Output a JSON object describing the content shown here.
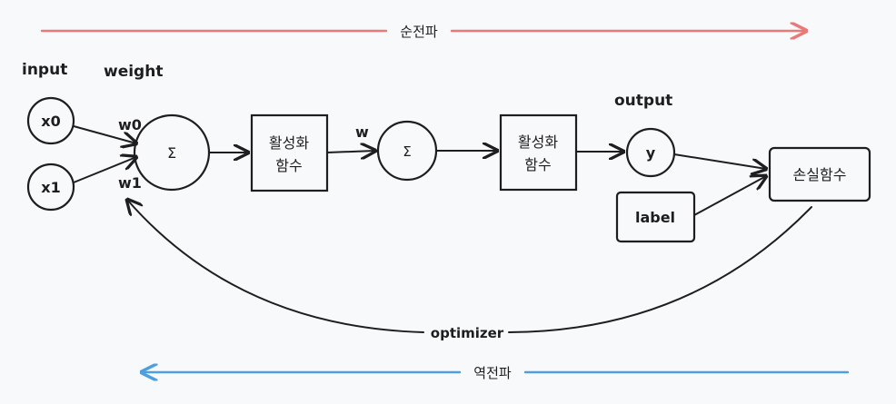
{
  "top_arrow": {
    "label": "순전파",
    "color": "#e87978"
  },
  "bottom_arrow": {
    "label": "역전파",
    "color": "#4d9fdf"
  },
  "labels": {
    "input": "input",
    "weight": "weight",
    "w0": "w0",
    "w1": "w1",
    "w": "w",
    "output": "output"
  },
  "nodes": {
    "x0": "x0",
    "x1": "x1",
    "sum1": "Σ",
    "act1_line1": "활성화",
    "act1_line2": "함수",
    "sum2": "Σ",
    "act2_line1": "활성화",
    "act2_line2": "함수",
    "y": "y",
    "label": "label",
    "loss": "손실함수"
  },
  "optimizer_arc": {
    "label": "optimizer"
  },
  "colors": {
    "ink": "#1e1e1e",
    "background": "#f8f9fb",
    "forward": "#e87978",
    "backward": "#4d9fdf"
  }
}
